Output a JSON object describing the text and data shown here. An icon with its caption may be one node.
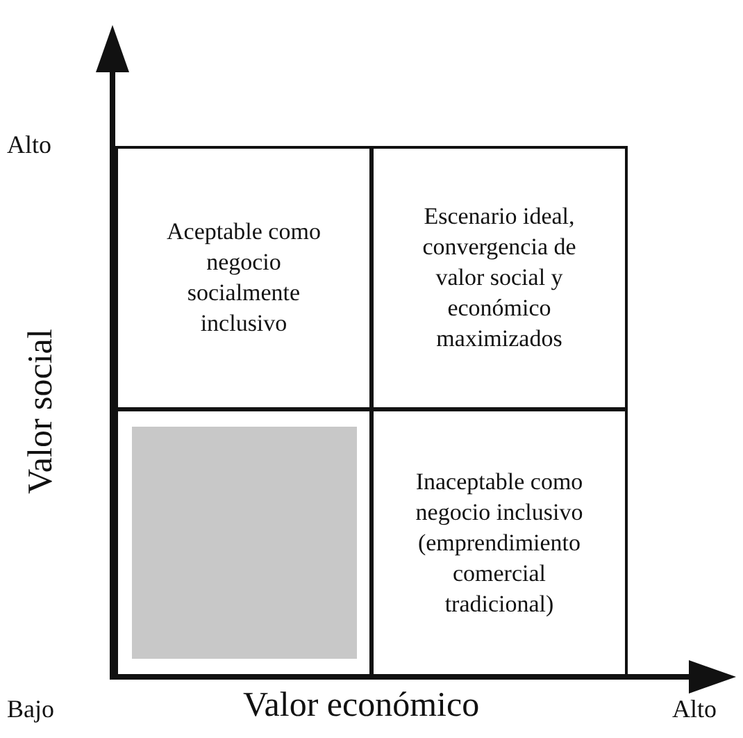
{
  "diagram": {
    "nodes": [
      {
        "text": [
          "Aceptable como negocio socialmente inclusivo"
        ]
      },
      {
        "text": [
          "Escenario ideal, convergencia de valor social y económico maximizados"
        ]
      },
      {
        "text": [],
        "shape": "box"
      },
      {
        "text": [
          "Inaceptable como negocio inclusivo (emprendimiento comercial tradicional)"
        ]
      }
    ],
    "labels": [
      "Alto",
      "Valor social",
      "Bajo",
      "Valor económico",
      "Alto"
    ]
  }
}
